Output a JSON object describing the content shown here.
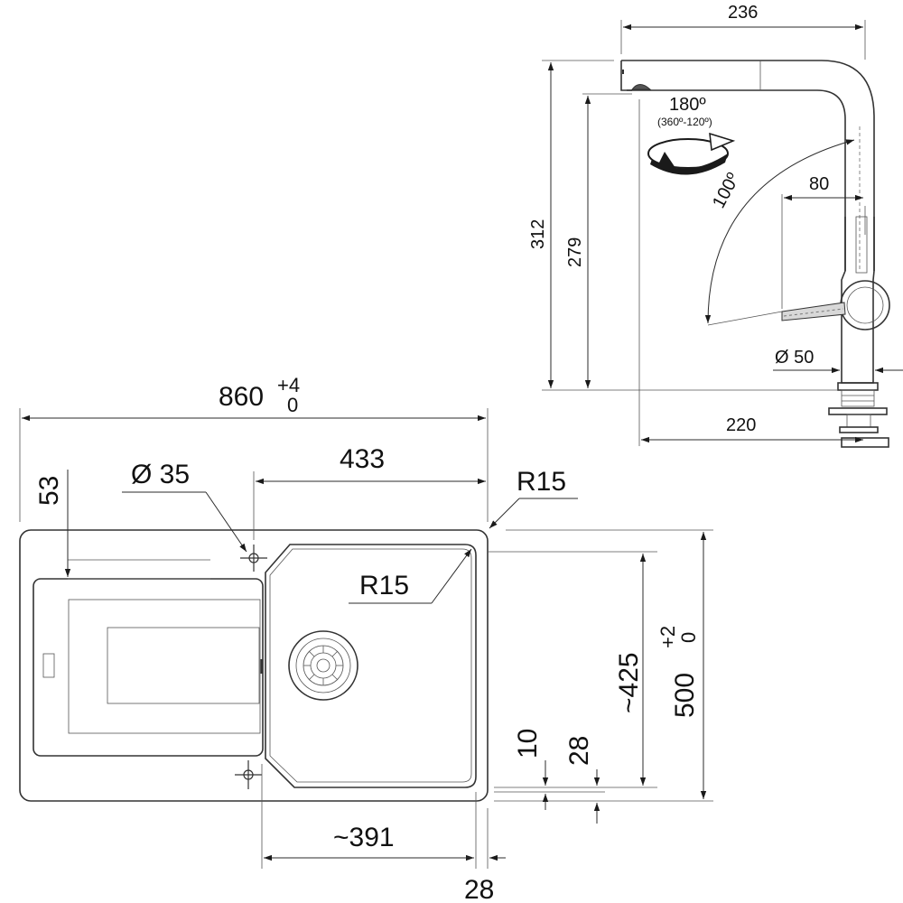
{
  "sink_plan": {
    "width_label": "860",
    "width_tol_upper": "+4",
    "width_tol_lower": "0",
    "depth_label": "500",
    "depth_tol_upper": "+2",
    "depth_tol_lower": "0",
    "bowl_width_label": "433",
    "bowl_depth_label": "~425",
    "drainer_width_label": "~391",
    "tap_hole_label": "Ø 35",
    "corner_radius_outer_label": "R15",
    "corner_radius_bowl_label": "R15",
    "top_offset_label": "53",
    "bottom_offset_a_label": "10",
    "bottom_offset_b_label": "28",
    "side_offset_label": "28"
  },
  "tap": {
    "reach_label": "236",
    "height_label": "312",
    "spout_height_label": "279",
    "rotation_label": "180º",
    "rotation_range_label": "(360º-120º)",
    "tilt_label": "100º",
    "spout_offset_label": "80",
    "base_diameter_label": "Ø 50",
    "outlet_reach_label": "220"
  }
}
